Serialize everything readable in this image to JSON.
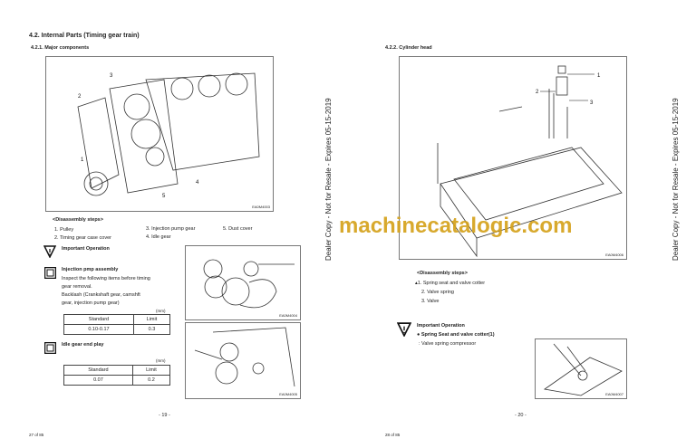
{
  "left": {
    "section_title": "4.2. Internal Parts (Timing gear train)",
    "subsection_title": "4.2.1. Major components",
    "figure1_code": "EA0M4003",
    "figure1_callouts": [
      "1",
      "2",
      "3",
      "4",
      "5"
    ],
    "steps_title": "<Disassembly steps>",
    "steps": [
      "1. Pulley",
      "2. Timing gear case cover",
      "3. Injection pump gear",
      "4. Idle gear",
      "5. Dust cover"
    ],
    "important": "Important Operation",
    "inj_title": "Injection pmp assembly",
    "inj_text": [
      "Inspect the following items before timing",
      "gear removal.",
      "Backlash (Crankshaft gear, camshft",
      "gear, injection pump gear)"
    ],
    "unit": "(mm)",
    "table1": {
      "headers": [
        "Standard",
        "Limit"
      ],
      "row": [
        "0.10-0.17",
        "0.3"
      ]
    },
    "idle_title": "Idle gear end play",
    "table2": {
      "headers": [
        "Standard",
        "Limit"
      ],
      "row": [
        "0.07",
        "0.2"
      ]
    },
    "figure2_code": "EA0M4004",
    "figure3_code": "EA0M4005",
    "page_number": "- 19 -",
    "pdf_page": "27 of 85"
  },
  "right": {
    "subsection_title": "4.2.2. Cylinder head",
    "figure_code": "EA0M4006",
    "callouts": [
      "1",
      "2",
      "3"
    ],
    "steps_title": "<Disassembly steps>",
    "steps": [
      "1. Spring seat and valve cotter",
      "2. Valve spring",
      "3. Valve"
    ],
    "important": "Important Operation",
    "op_item": "Spring Seat and valve cotter(1)",
    "op_tool": ": Valve spring compressor",
    "figure2_code": "EA0M4007",
    "page_number": "- 20 -",
    "pdf_page": "28 of 85"
  },
  "side_notice": "Dealer Copy - Not for Resale - Expires 05-15-2019",
  "watermark": "machinecatalogic.com"
}
